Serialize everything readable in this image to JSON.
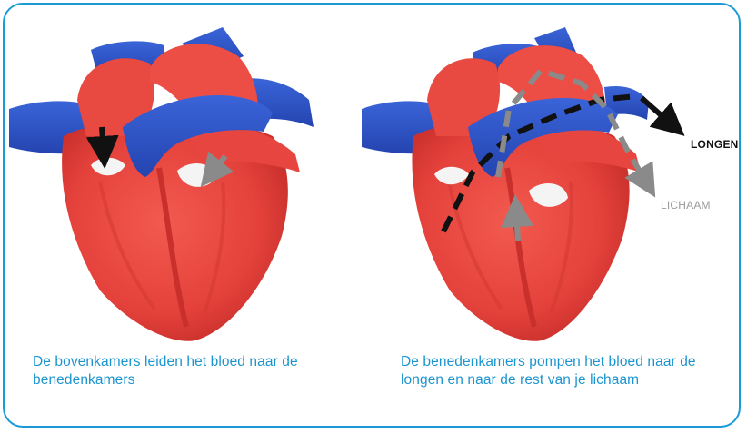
{
  "panels": [
    {
      "caption": "De bovenkamers leiden het bloed naar de benedenkamers"
    },
    {
      "caption": "De benedenkamers pompen het bloed naar de longen en naar de rest van je lichaam"
    }
  ],
  "labels": {
    "lungs": "LONGEN",
    "body": "LICHAAM"
  },
  "colors": {
    "frame": "#1b9ad6",
    "caption_text": "#1b94cf",
    "heart_red": "#e8453f",
    "vessel_blue": "#2f55c8",
    "oxygen_poor_arrow": "#111111",
    "oxygen_rich_arrow": "#8a8a8a",
    "valves": "#f2f2f2"
  },
  "icons": [
    "black-arrow-icon",
    "grey-arrow-icon",
    "dashed-black-arrow-icon",
    "dashed-grey-arrow-icon"
  ]
}
